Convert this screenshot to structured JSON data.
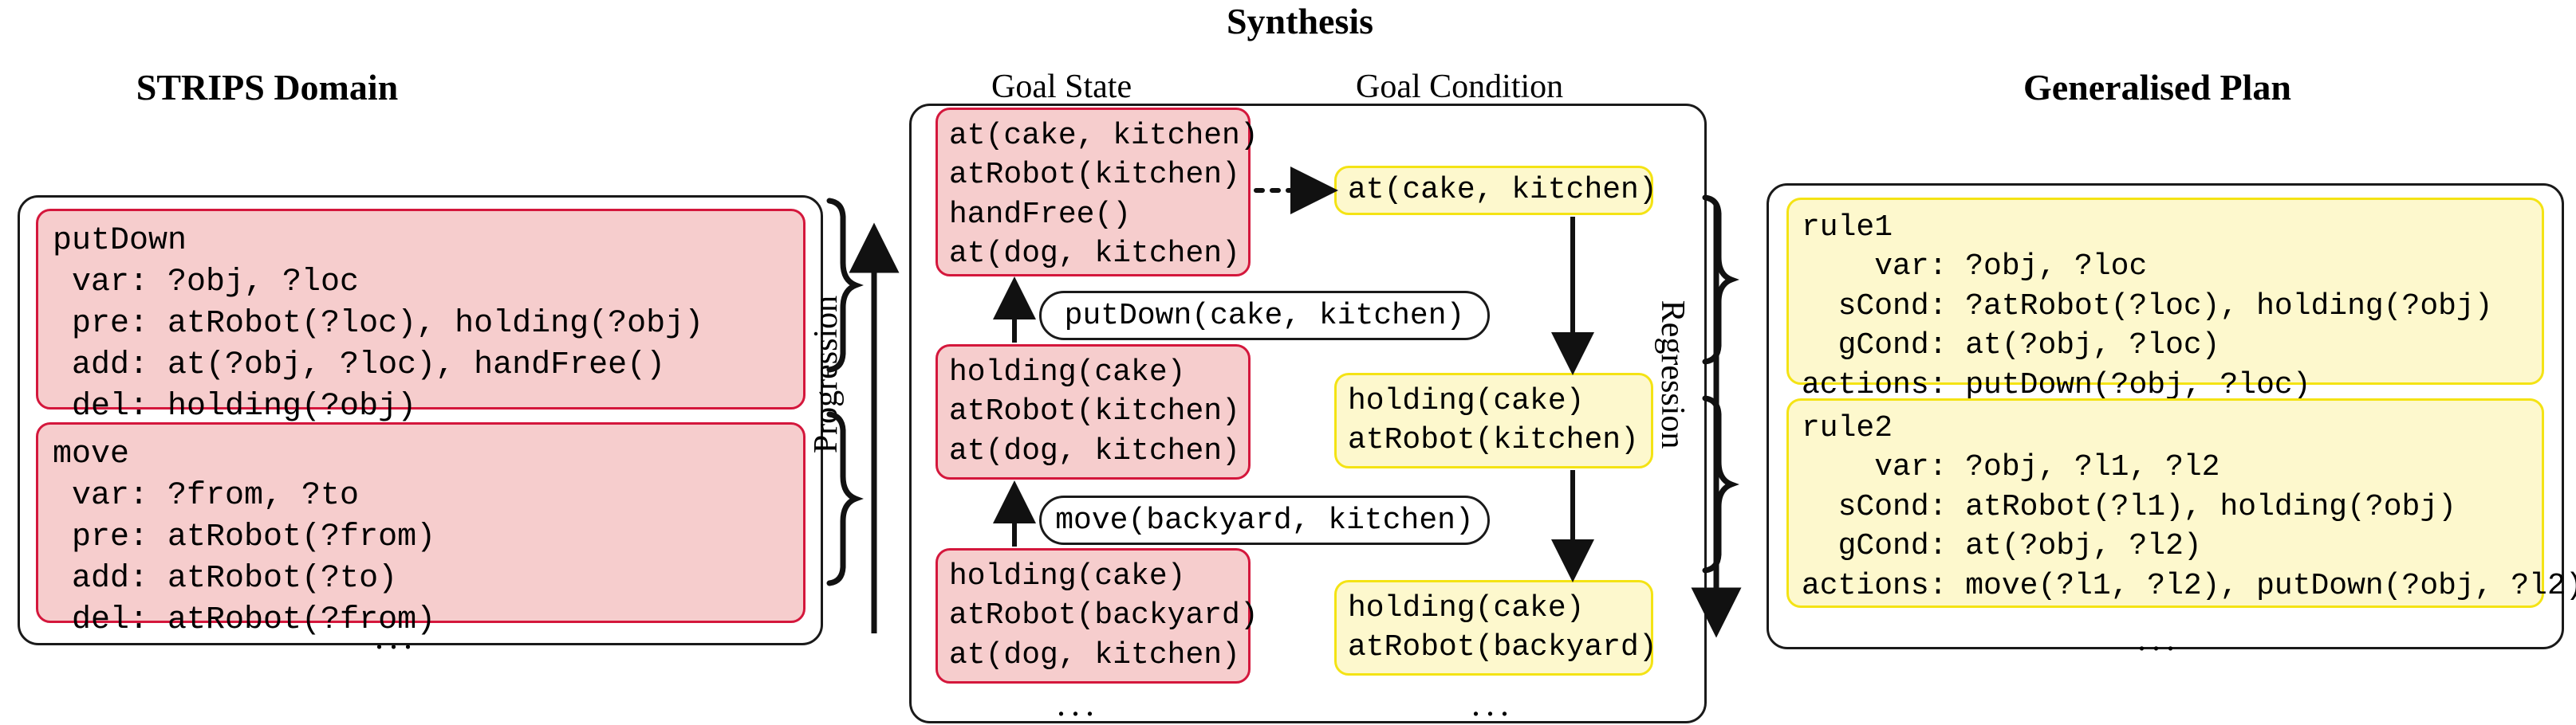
{
  "sections": {
    "strips": {
      "title": "STRIPS Domain",
      "ellipsis": "...",
      "operators": [
        {
          "name": "putDown",
          "text": "putDown\n var: ?obj, ?loc\n pre: atRobot(?loc), holding(?obj)\n add: at(?obj, ?loc), handFree()\n del: holding(?obj)",
          "lines": [
            "putDown",
            " var: ?obj, ?loc",
            " pre: atRobot(?loc), holding(?obj)",
            " add: at(?obj, ?loc), handFree()",
            " del: holding(?obj)"
          ]
        },
        {
          "name": "move",
          "text": "move\n var: ?from, ?to\n pre: atRobot(?from)\n add: atRobot(?to)\n del: atRobot(?from)",
          "lines": [
            "move",
            " var: ?from, ?to",
            " pre: atRobot(?from)",
            " add: atRobot(?to)",
            " del: atRobot(?from)"
          ]
        }
      ]
    },
    "synthesis": {
      "title": "Synthesis",
      "column_headings": {
        "goal_state": "Goal State",
        "goal_condition": "Goal Condition"
      },
      "axis_labels": {
        "left": "Progression",
        "right": "Regression"
      },
      "goal_states": [
        {
          "text": "at(cake, kitchen)\natRobot(kitchen)\nhandFree()\nat(dog, kitchen)",
          "lines": [
            "at(cake, kitchen)",
            "atRobot(kitchen)",
            "handFree()",
            "at(dog, kitchen)"
          ]
        },
        {
          "text": "holding(cake)\natRobot(kitchen)\nat(dog, kitchen)",
          "lines": [
            "holding(cake)",
            "atRobot(kitchen)",
            "at(dog, kitchen)"
          ]
        },
        {
          "text": "holding(cake)\natRobot(backyard)\nat(dog, kitchen)",
          "lines": [
            "holding(cake)",
            "atRobot(backyard)",
            "at(dog, kitchen)"
          ]
        }
      ],
      "goal_conditions": [
        {
          "text": "at(cake, kitchen)",
          "lines": [
            "at(cake, kitchen)"
          ]
        },
        {
          "text": "holding(cake)\natRobot(kitchen)",
          "lines": [
            "holding(cake)",
            "atRobot(kitchen)"
          ]
        },
        {
          "text": "holding(cake)\natRobot(backyard)",
          "lines": [
            "holding(cake)",
            "atRobot(backyard)"
          ]
        }
      ],
      "actions": [
        {
          "label": "putDown(cake, kitchen)"
        },
        {
          "label": "move(backyard, kitchen)"
        }
      ],
      "goal_state_ellipsis": "...",
      "goal_condition_ellipsis": "..."
    },
    "plan": {
      "title": "Generalised Plan",
      "ellipsis": "...",
      "rules": [
        {
          "name": "rule1",
          "text": "rule1\n    var: ?obj, ?loc\n  sCond: ?atRobot(?loc), holding(?obj)\n  gCond: at(?obj, ?loc)\nactions: putDown(?obj, ?loc)",
          "lines": [
            "rule1",
            "    var: ?obj, ?loc",
            "  sCond: ?atRobot(?loc), holding(?obj)",
            "  gCond: at(?obj, ?loc)",
            "actions: putDown(?obj, ?loc)"
          ]
        },
        {
          "name": "rule2",
          "text": "rule2\n    var: ?obj, ?l1, ?l2\n  sCond: atRobot(?l1), holding(?obj)\n  gCond: at(?obj, ?l2)\nactions: move(?l1, ?l2), putDown(?obj, ?l2)",
          "lines": [
            "rule2",
            "    var: ?obj, ?l1, ?l2",
            "  sCond: atRobot(?l1), holding(?obj)",
            "  gCond: at(?obj, ?l2)",
            "actions: move(?l1, ?l2), putDown(?obj, ?l2)"
          ]
        }
      ]
    }
  },
  "colors": {
    "state_fill": "#f6cdcd",
    "state_border": "#d4173c",
    "condition_fill": "#fdf8cd",
    "condition_border": "#f4e314",
    "panel_border": "#1a1a1a",
    "text": "#000000",
    "background": "#ffffff"
  }
}
